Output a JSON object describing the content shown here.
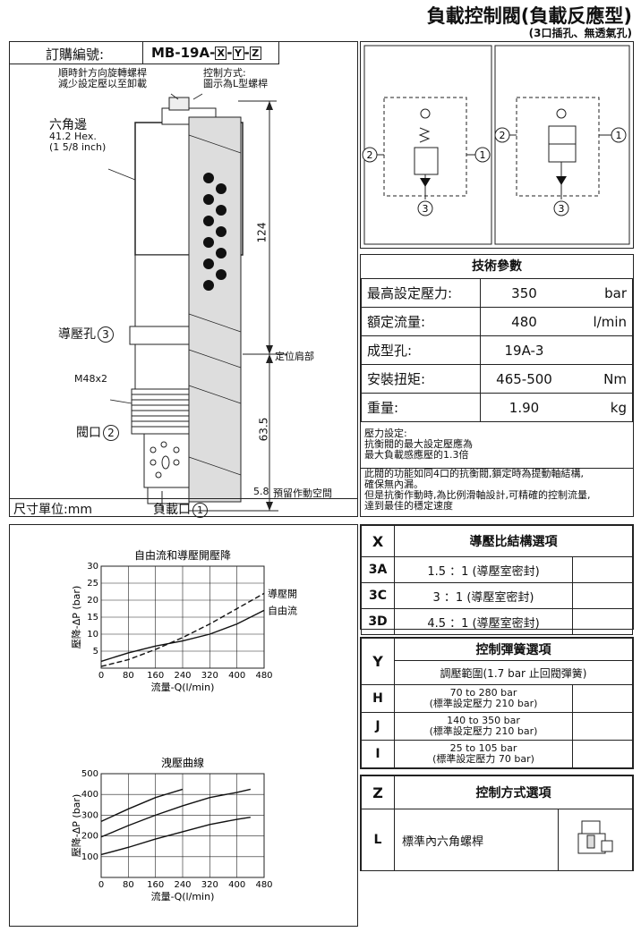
{
  "header": {
    "title": "負載控制閥(負載反應型)",
    "subtitle": "(3口插孔、無透氣孔)"
  },
  "order": {
    "label": "訂購編號:",
    "code_prefix": "MB-19A-",
    "x": "X",
    "y": "Y",
    "z": "Z",
    "sep": "-"
  },
  "drawing": {
    "cw_note_1": "順時針方向旋轉螺桿",
    "cw_note_2": "減少設定壓以至卸載",
    "ctrl_note_1": "控制方式:",
    "ctrl_note_2": "圖示為L型螺桿",
    "hex_1": "六角邊",
    "hex_2": "41.2 Hex.",
    "hex_3": "(1 5/8 inch)",
    "pilot": "導壓孔",
    "pilot_num": "3",
    "thread": "M48x2",
    "valve_port": "閥口",
    "valve_num": "2",
    "dim_124": "124",
    "dim_63": "63.5",
    "dim_58": "5.8",
    "shoulder": "定位肩部",
    "prestroke": "預留作動空間",
    "load_port": "負載口",
    "load_num": "1",
    "unit": "尺寸單位:mm"
  },
  "schematic": {
    "p1": "1",
    "p2": "2",
    "p3": "3"
  },
  "specs": {
    "title": "技術參數",
    "rows": [
      {
        "label": "最高設定壓力:",
        "value": "350",
        "unit": "bar"
      },
      {
        "label": "額定流量:",
        "value": "480",
        "unit": "l/min"
      },
      {
        "label": "成型孔:",
        "value": "19A-3",
        "unit": ""
      },
      {
        "label": "安裝扭矩:",
        "value": "465-500",
        "unit": "Nm"
      },
      {
        "label": "重量:",
        "value": "1.90",
        "unit": "kg"
      }
    ],
    "note1_1": "壓力設定:",
    "note1_2": "抗衡閥的最大設定壓應為",
    "note1_3": "最大負載感應壓的1.3倍",
    "note2_1": "此閥的功能如同4口的抗衡閥,鎖定時為提動軸結構,",
    "note2_2": "確保無內漏。",
    "note2_3": "但是抗衡作動時,為比例滑軸設計,可精確的控制流量,",
    "note2_4": "達到最佳的穩定速度"
  },
  "chart_data": [
    {
      "type": "line",
      "title": "自由流和導壓開壓降",
      "xlabel": "流量-Q(l/min)",
      "ylabel": "壓降-ΔP (bar)",
      "x_ticks": [
        "0",
        "80",
        "160",
        "240",
        "320",
        "400",
        "480"
      ],
      "y_ticks": [
        "5",
        "10",
        "15",
        "20",
        "25",
        "30"
      ],
      "xlim": [
        0,
        480
      ],
      "ylim": [
        0,
        30
      ],
      "grid": true,
      "series": [
        {
          "name": "導壓開",
          "style": "dashed",
          "x": [
            0,
            80,
            160,
            240,
            320,
            400,
            480
          ],
          "y": [
            0.5,
            2.5,
            5.5,
            9,
            13,
            17.5,
            22
          ]
        },
        {
          "name": "自由流",
          "style": "solid",
          "x": [
            0,
            80,
            160,
            240,
            320,
            400,
            480
          ],
          "y": [
            2,
            4.5,
            6.5,
            8,
            10,
            13,
            17
          ]
        }
      ]
    },
    {
      "type": "line",
      "title": "洩壓曲線",
      "xlabel": "流量-Q(l/min)",
      "ylabel": "壓降-ΔP (bar)",
      "x_ticks": [
        "0",
        "80",
        "160",
        "240",
        "320",
        "400",
        "480"
      ],
      "y_ticks": [
        "100",
        "200",
        "300",
        "400",
        "500"
      ],
      "xlim": [
        0,
        480
      ],
      "ylim": [
        0,
        500
      ],
      "grid": true,
      "series": [
        {
          "style": "solid",
          "x": [
            0,
            80,
            160,
            240
          ],
          "y": [
            270,
            330,
            385,
            425
          ]
        },
        {
          "style": "solid",
          "x": [
            0,
            80,
            160,
            240,
            320,
            400,
            440
          ],
          "y": [
            195,
            250,
            300,
            345,
            385,
            410,
            425
          ]
        },
        {
          "style": "solid",
          "x": [
            0,
            80,
            160,
            240,
            320,
            400,
            440
          ],
          "y": [
            110,
            145,
            185,
            220,
            255,
            280,
            290
          ]
        }
      ]
    }
  ],
  "options": {
    "x": {
      "code": "X",
      "title": "導壓比結構選項",
      "rows": [
        {
          "code": "3A",
          "text": "1.5 ：1 (導壓室密封)"
        },
        {
          "code": "3C",
          "text": "3 ：1 (導壓室密封)"
        },
        {
          "code": "3D",
          "text": "4.5 ：1 (導壓室密封)"
        }
      ]
    },
    "y": {
      "code": "Y",
      "title": "控制彈簧選項",
      "range": "調壓範圍(1.7 bar 止回閥彈簧)",
      "rows": [
        {
          "code": "H",
          "l1": "70 to 280 bar",
          "l2": "(標準設定壓力 210 bar)"
        },
        {
          "code": "J",
          "l1": "140 to 350 bar",
          "l2": "(標準設定壓力 210 bar)"
        },
        {
          "code": "I",
          "l1": "25 to 105 bar",
          "l2": "(標準設定壓力 70 bar)"
        }
      ]
    },
    "z": {
      "code": "Z",
      "title": "控制方式選項",
      "rows": [
        {
          "code": "L",
          "text": "標準內六角螺桿"
        }
      ]
    }
  }
}
